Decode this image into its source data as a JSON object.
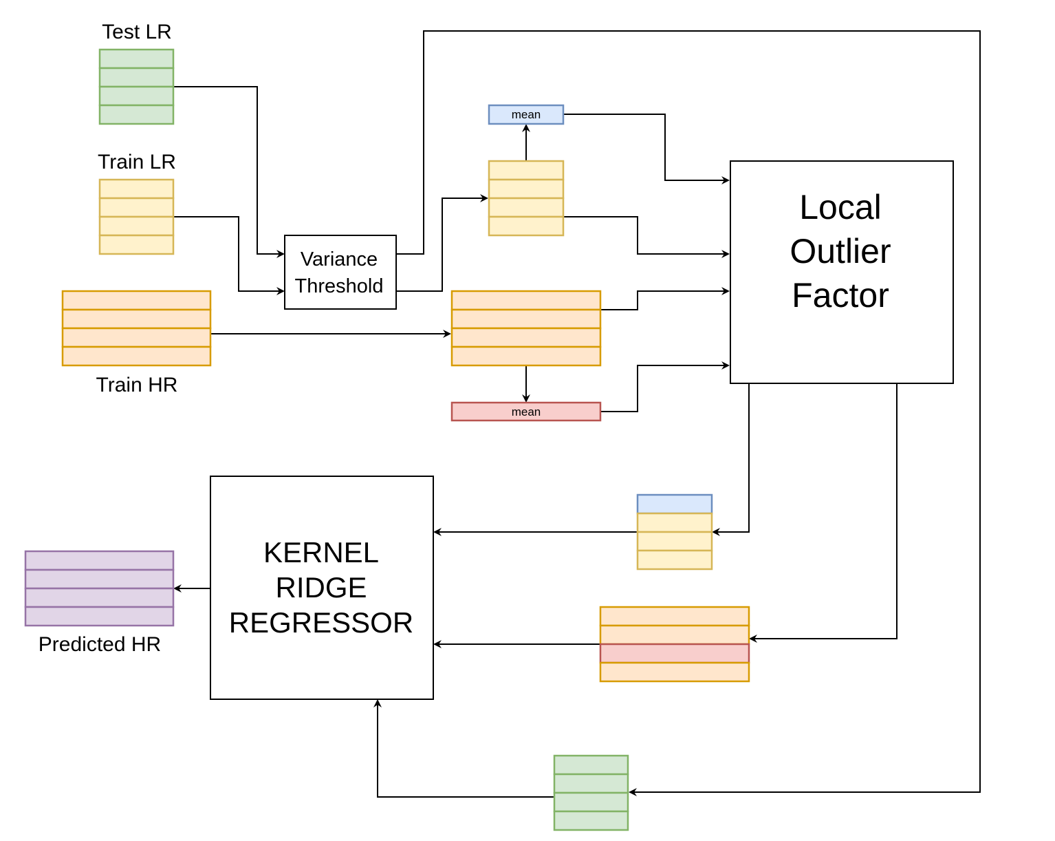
{
  "labels": {
    "test_lr": "Test LR",
    "train_lr": "Train LR",
    "train_hr": "Train HR",
    "predicted_hr": "Predicted HR"
  },
  "boxes": {
    "variance_threshold": [
      "Variance",
      "Threshold"
    ],
    "lof": [
      "Local",
      "Outlier",
      "Factor"
    ],
    "krr": [
      "KERNEL",
      "RIDGE",
      "REGRESSOR"
    ]
  },
  "mean_label": "mean",
  "colors": {
    "green_fill": "#d5e8d4",
    "green_stroke": "#82b366",
    "yellow_fill": "#fff2cc",
    "yellow_stroke": "#d6b656",
    "orange_fill": "#ffe6cc",
    "orange_stroke": "#d79b00",
    "blue_fill": "#dae8fc",
    "blue_stroke": "#6c8ebf",
    "red_fill": "#f8cecc",
    "red_stroke": "#b85450",
    "purple_fill": "#e1d5e7",
    "purple_stroke": "#9673a6"
  }
}
